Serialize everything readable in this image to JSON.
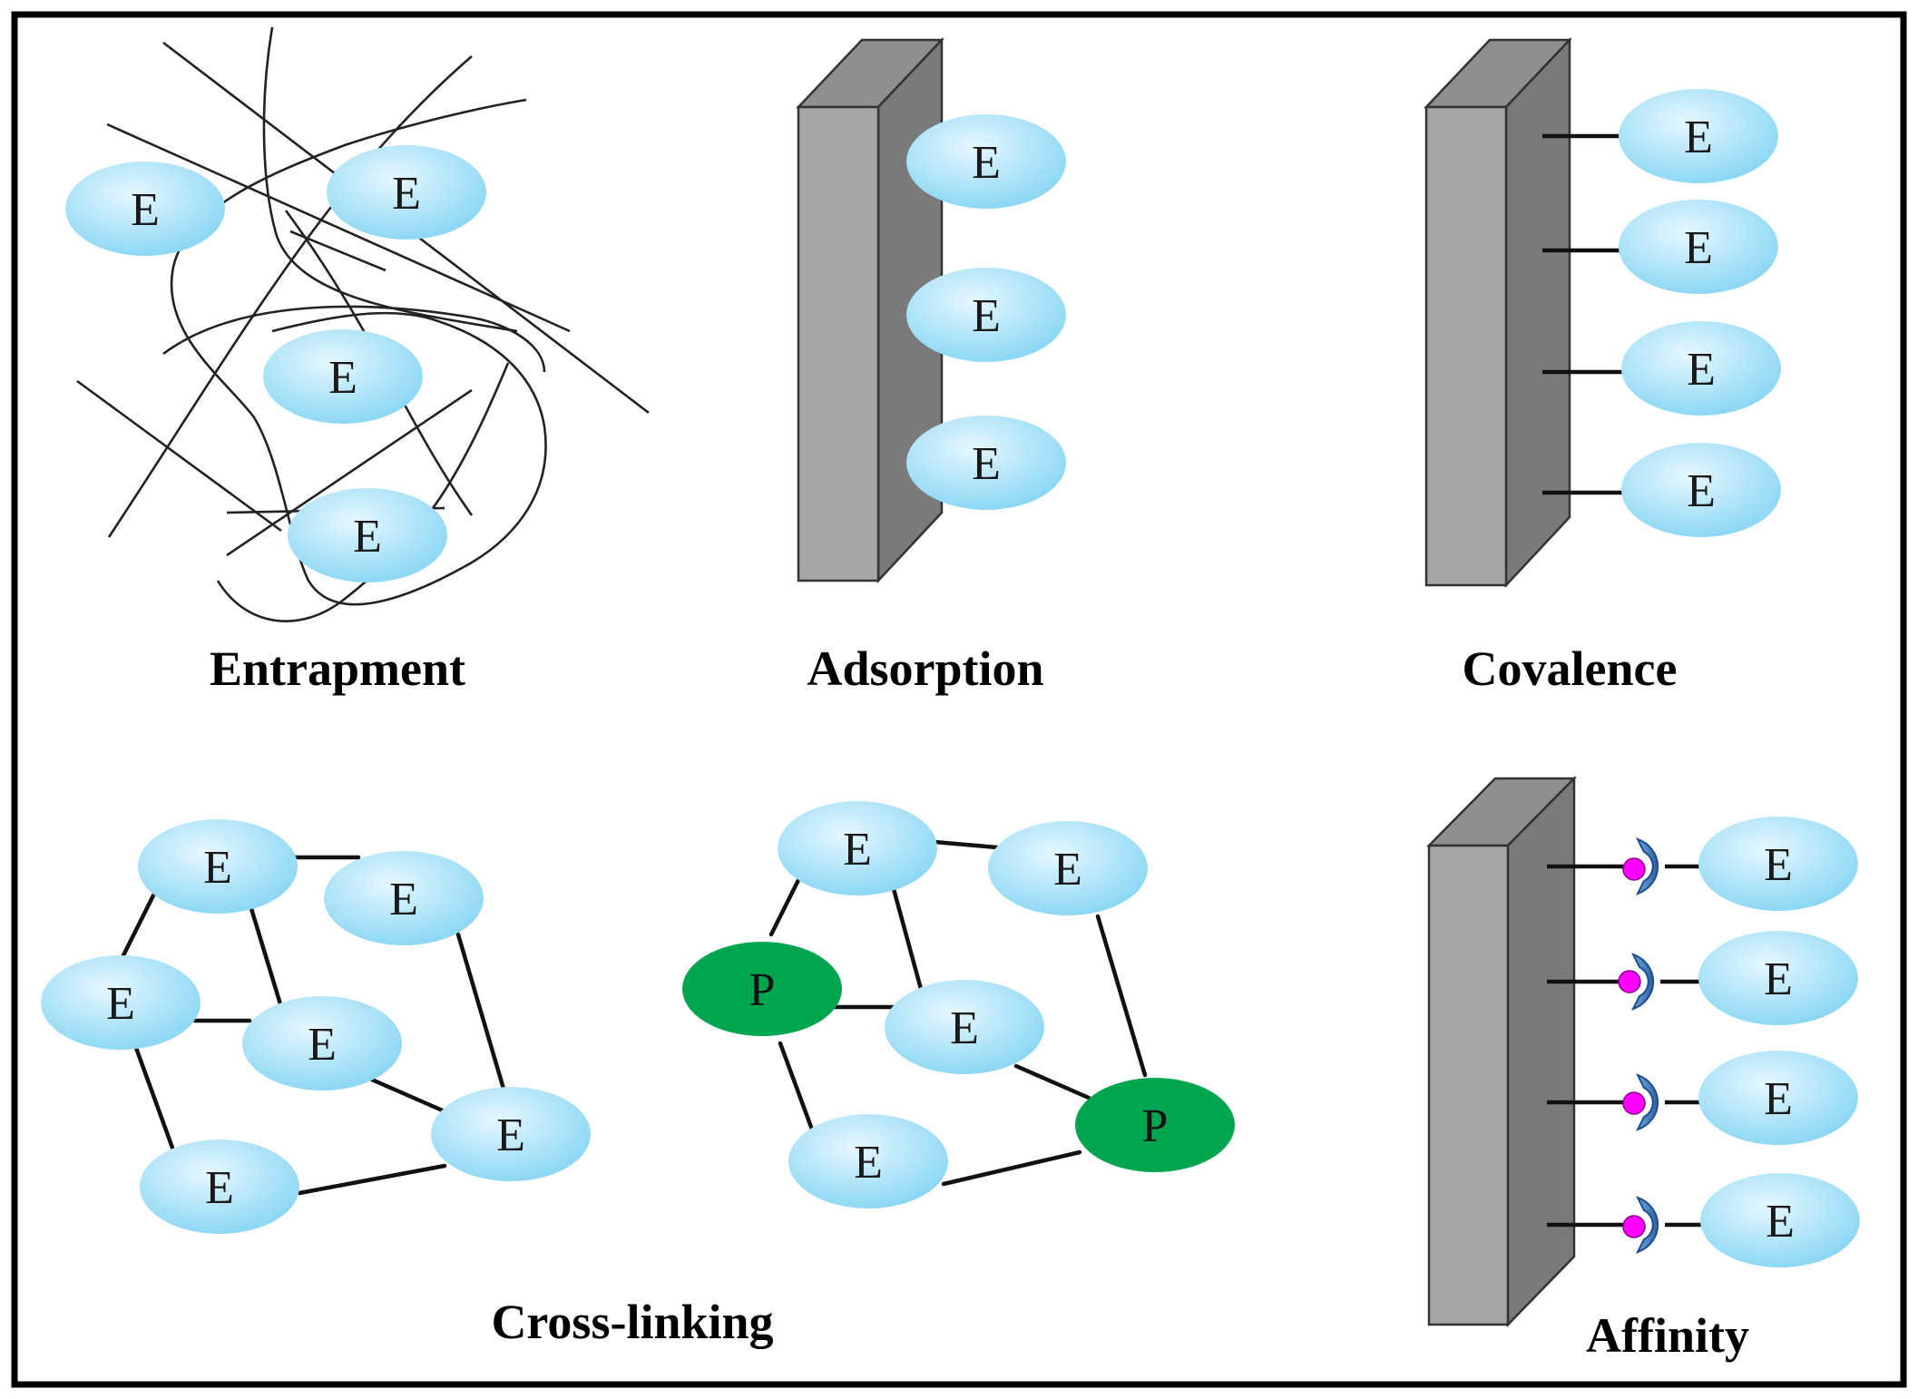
{
  "labels": {
    "entrapment": "Entrapment",
    "adsorption": "Adsorption",
    "covalence": "Covalence",
    "cross_linking": "Cross-linking",
    "affinity": "Affinity"
  },
  "nodes": {
    "enzyme": "E",
    "protein": "P"
  },
  "colors": {
    "enzyme_light": "#e6f7ff",
    "enzyme_dark": "#7fd3f3",
    "protein": "#00a54f",
    "support_front": "#a6a6a6",
    "support_side": "#7a7a7a",
    "support_top": "#8f8f8f",
    "affinity_ligand": "#ff00ff",
    "affinity_cup": "#2f6fb5"
  },
  "icons": {
    "support": "solid-support-slab",
    "affinity_pair": "ligand-receptor-icon"
  }
}
